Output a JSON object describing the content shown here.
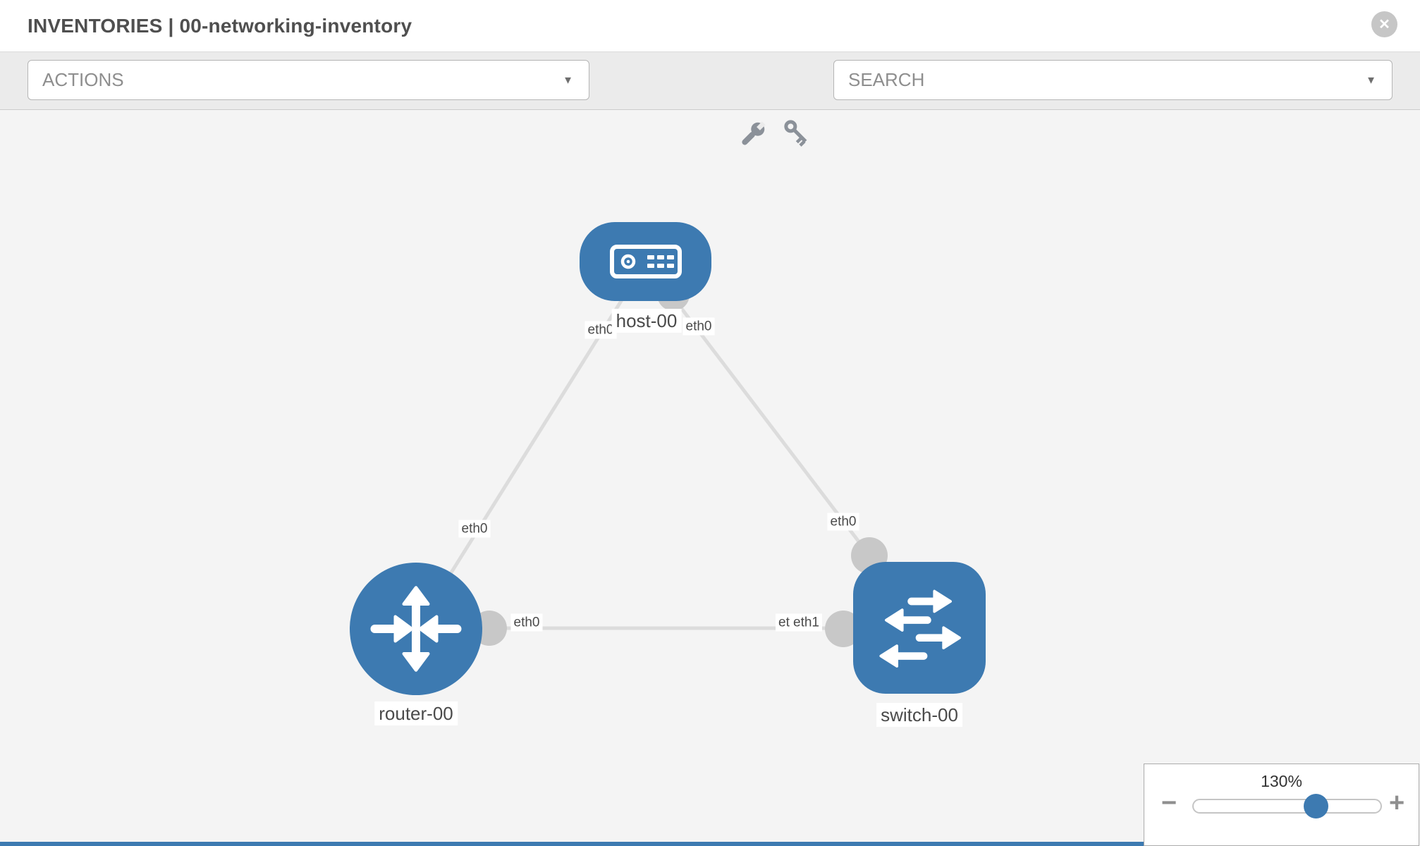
{
  "window": {
    "title": "INVENTORIES | 00-networking-inventory"
  },
  "icons": {
    "close_glyph": "✕",
    "dropdown_glyph": "▼"
  },
  "toolbar": {
    "actions_label": "ACTIONS",
    "search_placeholder": "SEARCH"
  },
  "colors": {
    "node_blue": "#3d7ab1",
    "link_gray": "#dcdcdc",
    "interface_dot_gray": "#c8c8c8",
    "canvas_bg": "#f4f4f4",
    "toolbar_bg": "#ebebeb",
    "chip_text": "#4a4a4a"
  },
  "topology": {
    "nodes": [
      {
        "id": "host-00",
        "label": "host-00",
        "type": "host",
        "icon": "server-icon"
      },
      {
        "id": "router-00",
        "label": "router-00",
        "type": "router",
        "icon": "router-arrows-icon"
      },
      {
        "id": "switch-00",
        "label": "switch-00",
        "type": "switch",
        "icon": "switch-arrows-icon"
      }
    ],
    "interfaces": {
      "host_router_host_side": "eth0",
      "host_router_router_side": "eth0",
      "host_switch_host_side": "eth0",
      "host_switch_switch_side": "eth0",
      "router_switch_router_side": "eth0",
      "router_switch_switch_side_back": "eth0",
      "router_switch_switch_side": "eth1"
    },
    "links": [
      {
        "from": "host-00",
        "to": "router-00"
      },
      {
        "from": "host-00",
        "to": "switch-00"
      },
      {
        "from": "router-00",
        "to": "switch-00"
      }
    ]
  },
  "zoom_control": {
    "value": "130%",
    "percent": 130,
    "minus_glyph": "−",
    "plus_glyph": "+"
  }
}
